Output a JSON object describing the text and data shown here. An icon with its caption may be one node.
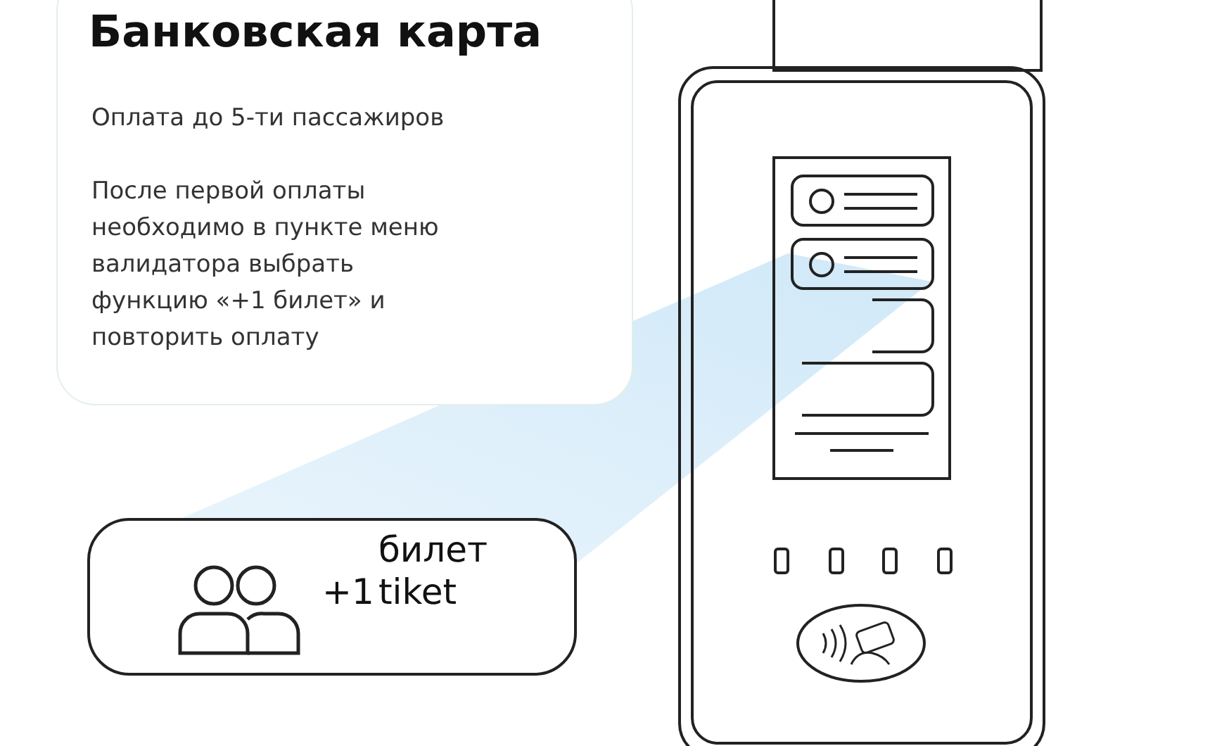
{
  "diagram": {
    "nodes": [
      {
        "text": [
          "Банковская карта",
          "Оплата до 5-ти пассажиров",
          "После первой оплаты необходимо в пункте меню валидатора выбрать функцию «+1 билет» и повторить оплату"
        ]
      },
      {
        "text": [
          "+1",
          "билет tiket"
        ]
      }
    ]
  }
}
